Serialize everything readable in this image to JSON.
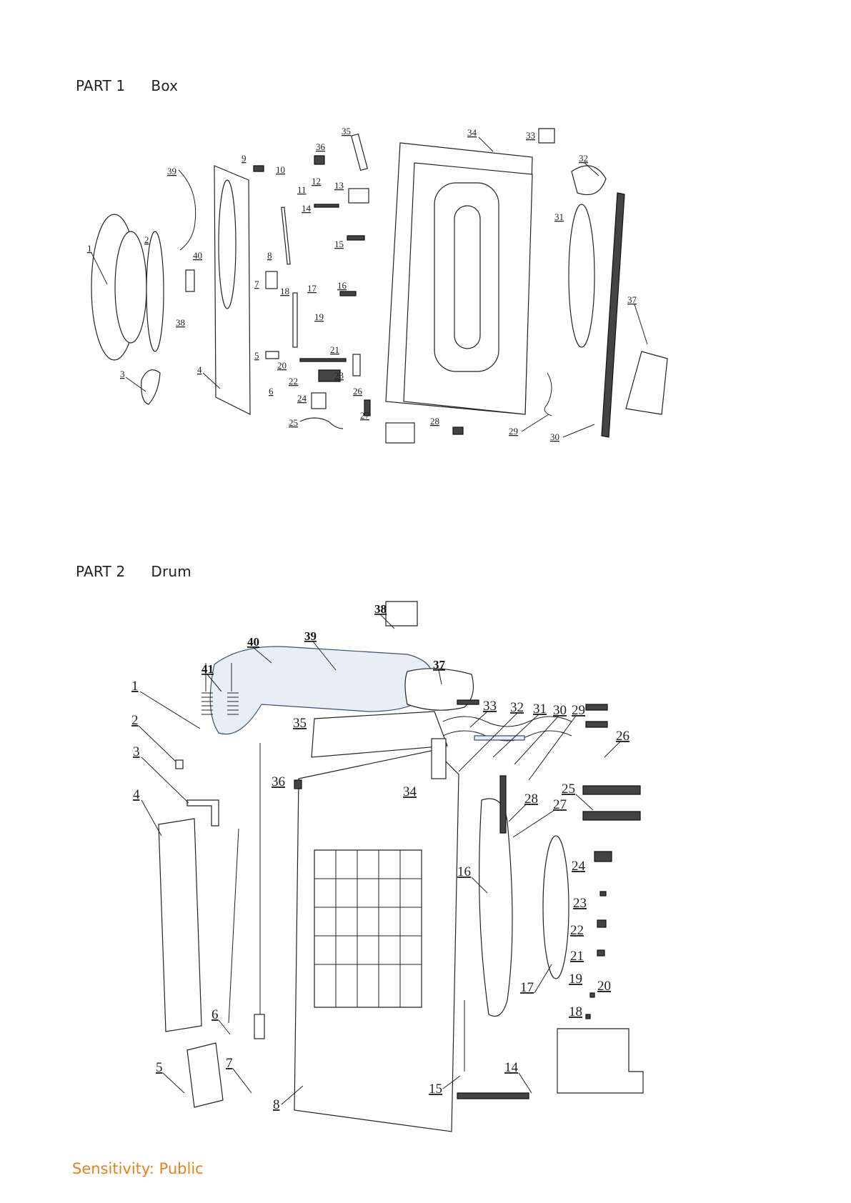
{
  "part1": {
    "label": "PART 1",
    "name": "Box",
    "callouts": [
      "1",
      "2",
      "3",
      "4",
      "5",
      "6",
      "7",
      "8",
      "9",
      "10",
      "11",
      "12",
      "13",
      "14",
      "15",
      "16",
      "17",
      "18",
      "19",
      "20",
      "21",
      "22",
      "23",
      "24",
      "25",
      "26",
      "27",
      "28",
      "29",
      "30",
      "31",
      "32",
      "33",
      "34",
      "35",
      "36",
      "37",
      "38",
      "39",
      "40"
    ]
  },
  "part2": {
    "label": "PART 2",
    "name": "Drum",
    "callouts": [
      "1",
      "2",
      "3",
      "4",
      "5",
      "6",
      "7",
      "8",
      "14",
      "15",
      "16",
      "17",
      "18",
      "19",
      "20",
      "21",
      "22",
      "23",
      "24",
      "25",
      "26",
      "27",
      "28",
      "29",
      "30",
      "31",
      "32",
      "33",
      "34",
      "35",
      "36",
      "37",
      "38",
      "39",
      "40",
      "41"
    ]
  },
  "footer": {
    "sensitivity": "Sensitivity: Public"
  }
}
